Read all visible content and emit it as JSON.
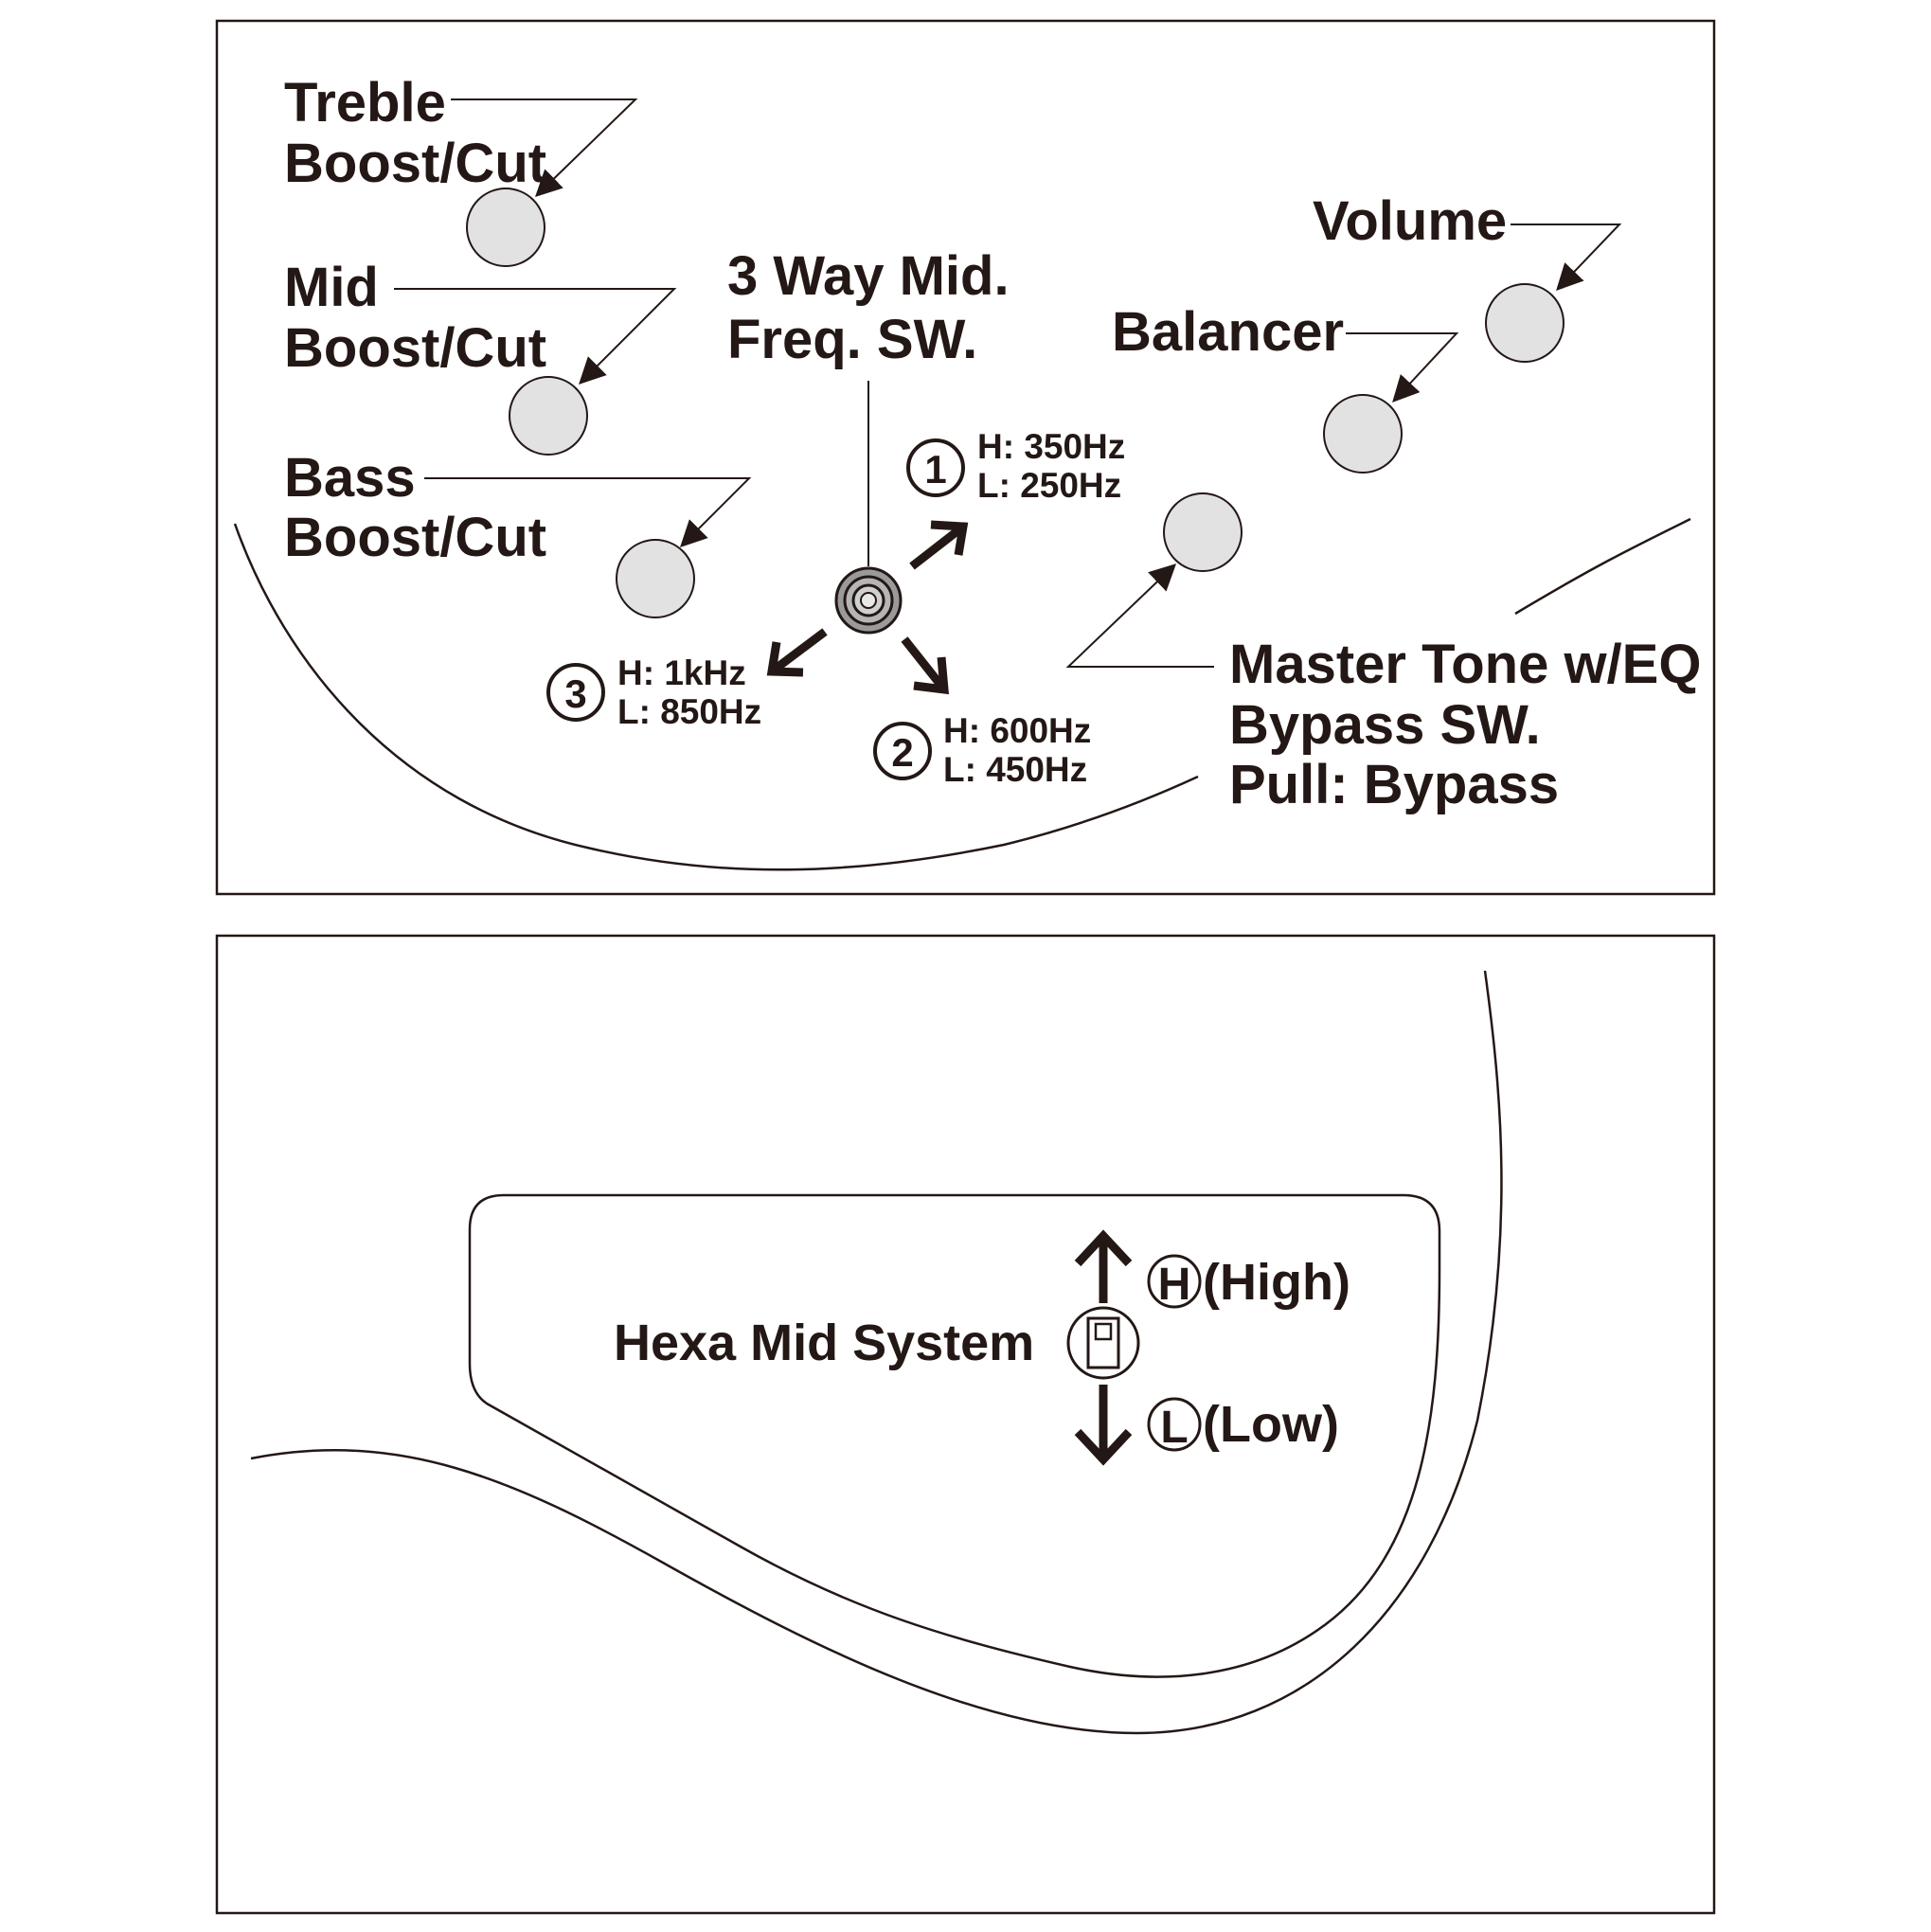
{
  "top_panel": {
    "treble": {
      "line1": "Treble",
      "line2": "Boost/Cut"
    },
    "mid": {
      "line1": "Mid",
      "line2": "Boost/Cut"
    },
    "bass": {
      "line1": "Bass",
      "line2": "Boost/Cut"
    },
    "switch_title": {
      "line1": "3 Way Mid.",
      "line2": "Freq. SW."
    },
    "volume": "Volume",
    "balancer": "Balancer",
    "master_tone": {
      "line1": "Master Tone w/EQ",
      "line2": "Bypass SW.",
      "line3": "Pull: Bypass"
    },
    "positions": [
      {
        "number": "1",
        "high": "H: 350Hz",
        "low": "L: 250Hz"
      },
      {
        "number": "2",
        "high": "H: 600Hz",
        "low": "L: 450Hz"
      },
      {
        "number": "3",
        "high": "H: 1kHz",
        "low": "L: 850Hz"
      }
    ]
  },
  "bottom_panel": {
    "system_label": "Hexa Mid System",
    "high": {
      "letter": "H",
      "text": "(High)"
    },
    "low": {
      "letter": "L",
      "text": "(Low)"
    }
  },
  "colors": {
    "ink": "#231815",
    "knob_fill": "#e2e2e2",
    "background": "#ffffff"
  }
}
